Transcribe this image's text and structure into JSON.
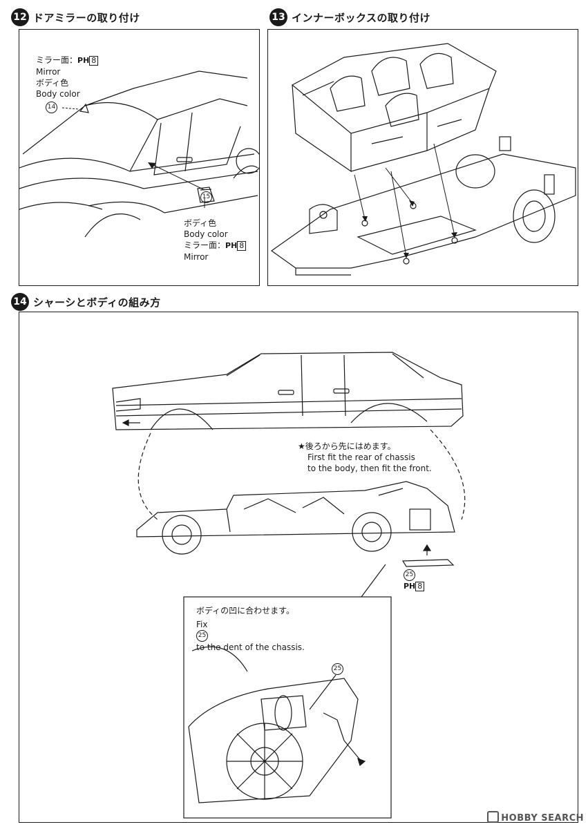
{
  "step12": {
    "number": "12",
    "title": "ドアミラーの取り付け",
    "label_top": {
      "line1": "ミラー面：",
      "paint_code": "PH",
      "paint_num": "8",
      "line2": "Mirror",
      "line3": "ボディ色",
      "line4": "Body color"
    },
    "part_top": "14",
    "part_bottom": "15",
    "label_bottom": {
      "line1": "ボディ色",
      "line2": "Body color",
      "line3": "ミラー面：",
      "paint_code": "PH",
      "paint_num": "8",
      "line4": "Mirror"
    }
  },
  "step13": {
    "number": "13",
    "title": "インナーボックスの取り付け"
  },
  "step14": {
    "number": "14",
    "title": "シャーシとボディの組み方",
    "note_jp": "★後ろから先にはめます。",
    "note_en1": "First fit the rear of chassis",
    "note_en2": "to the body, then fit the front.",
    "part": "25",
    "paint_code": "PH",
    "paint_num": "8",
    "detail_jp": "ボディの凹に合わせます。",
    "detail_en_pre": "Fix",
    "detail_part": "25",
    "detail_en_post": "to the dent of the chassis.",
    "detail_callout": "25"
  },
  "watermark": "HOBBY SEARCH"
}
